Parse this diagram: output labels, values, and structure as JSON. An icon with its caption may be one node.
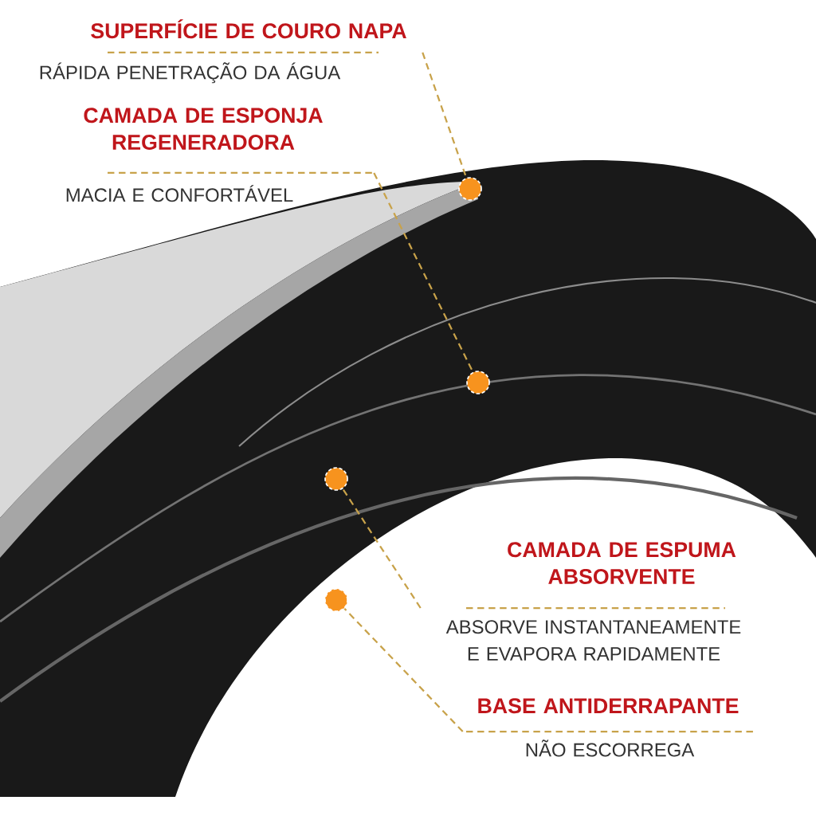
{
  "diagram": {
    "nodes": [
      {
        "text": [
          "SUPERFÍCIE DE COURO NAPA",
          "RÁPIDA PENETRAÇÃO DA ÁGUA"
        ]
      },
      {
        "text": [
          "CAMADA DE ESPONJA REGENERADORA",
          "MACIA E CONFORTÁVEL"
        ]
      },
      {
        "text": [
          "CAMADA DE ESPUMA ABSORVENTE",
          "ABSORVE INSTANTANEAMENTE E EVAPORA RAPIDAMENTE"
        ]
      },
      {
        "text": [
          "BASE ANTIDERRAPANTE",
          "NÃO ESCORREGA"
        ]
      },
      {
        "text": [],
        "shape": "circle"
      },
      {
        "text": [],
        "shape": "circle"
      },
      {
        "text": [],
        "shape": "circle"
      },
      {
        "text": [],
        "shape": "circle"
      }
    ],
    "edges": [
      {
        "from": 0,
        "to": 4,
        "arrow": "none",
        "style": "dashed"
      },
      {
        "from": 1,
        "to": 5,
        "arrow": "none",
        "style": "dashed"
      },
      {
        "from": 2,
        "to": 6,
        "arrow": "none",
        "style": "dashed"
      },
      {
        "from": 3,
        "to": 7,
        "arrow": "none",
        "style": "dashed"
      }
    ]
  }
}
